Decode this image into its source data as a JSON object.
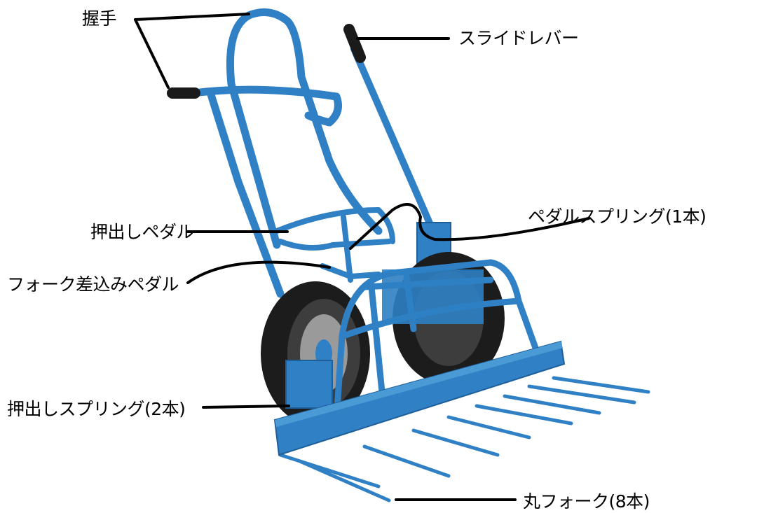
{
  "labels": {
    "grip": "握手",
    "slide_lever": "スライドレバー",
    "push_pedal": "押出しペダル",
    "fork_insert_pedal": "フォーク差込みペダル",
    "pedal_spring": "ペダルスプリング(1本)",
    "push_spring": "押出しスプリング(2本)",
    "round_fork": "丸フォーク(8本)"
  },
  "colors": {
    "frame": "#2f80c4",
    "frame_dark": "#1f5f99",
    "tire": "#1c1c1c",
    "grip": "#1a1a1a",
    "leader": "#000000"
  }
}
